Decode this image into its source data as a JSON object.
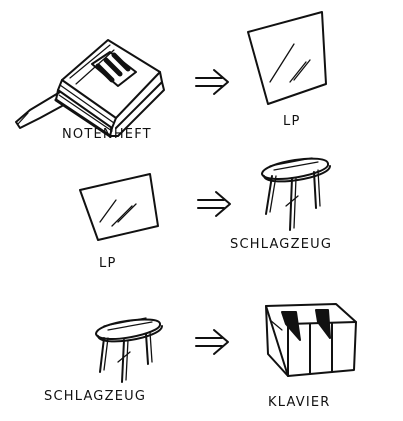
{
  "labels": {
    "notenheft": "NOTENHEFT",
    "lp_top": "LP",
    "lp_middle": "LP",
    "schlagzeug_middle": "SCHLAGZEUG",
    "schlagzeug_bottom": "SCHLAGZEUG",
    "klavier": "KLAVIER"
  },
  "icons": {
    "row1_left": "notebook-icon",
    "row1_right": "record-sleeve-icon",
    "row2_left": "record-sleeve-icon",
    "row2_right": "drum-stool-icon",
    "row3_left": "drum-stool-icon",
    "row3_right": "piano-keys-icon",
    "arrow": "double-arrow-icon"
  },
  "colors": {
    "ink": "#111111",
    "paper": "#ffffff"
  }
}
